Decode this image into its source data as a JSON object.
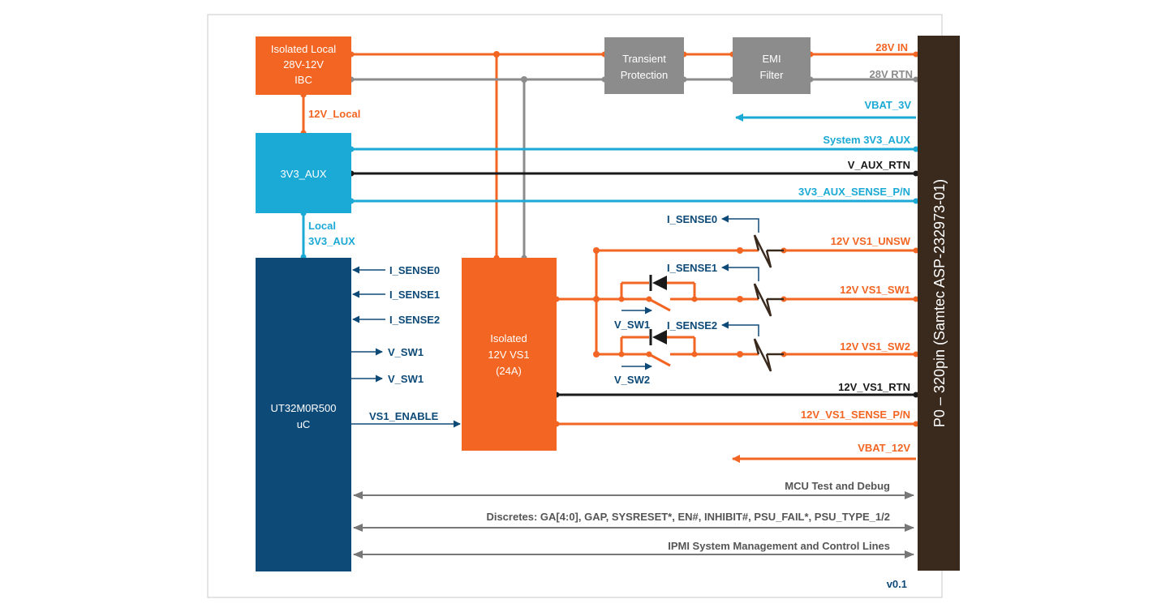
{
  "colors": {
    "orange": "#f26522",
    "grey": "#8c8c8c",
    "cyan": "#1ba9d5",
    "navy": "#0e4a78",
    "black": "#1a1a1a",
    "connector": "#3a2a1e"
  },
  "blocks": {
    "ibc": [
      "Isolated Local",
      "28V-12V",
      "IBC"
    ],
    "transient": [
      "Transient",
      "Protection"
    ],
    "emi": [
      "EMI",
      "Filter"
    ],
    "aux": [
      "3V3_AUX"
    ],
    "uc": [
      "UT32M0R500",
      "uC"
    ],
    "vs1": [
      "Isolated",
      "12V VS1",
      "(24A)"
    ],
    "connector": "P0 – 320pin (Samtec ASP-232973-01)"
  },
  "signals": {
    "in28": "28V IN",
    "rtn28": "28V RTN",
    "vbat3": "VBAT_3V",
    "sys3v3": "System 3V3_AUX",
    "vauxrtn": "V_AUX_RTN",
    "sense3v3": "3V3_AUX_SENSE_P/N",
    "local12": "12V_Local",
    "local3v3": [
      "Local",
      "3V3_AUX"
    ],
    "isense0": "I_SENSE0",
    "isense1": "I_SENSE1",
    "isense2": "I_SENSE2",
    "vsw1": "V_SW1",
    "vsw2": "V_SW2",
    "vs1enable": "VS1_ENABLE",
    "unsw": "12V VS1_UNSW",
    "sw1": "12V VS1_SW1",
    "sw2": "12V VS1_SW2",
    "vs1rtn": "12V_VS1_RTN",
    "vs1sense": "12V_VS1_SENSE_P/N",
    "vbat12": "VBAT_12V",
    "mcu": "MCU Test and Debug",
    "discretes": "Discretes: GA[4:0], GAP, SYSRESET*, EN#, INHIBIT#, PSU_FAIL*, PSU_TYPE_1/2",
    "ipmi": "IPMI System Management and Control Lines"
  },
  "version": "v0.1"
}
